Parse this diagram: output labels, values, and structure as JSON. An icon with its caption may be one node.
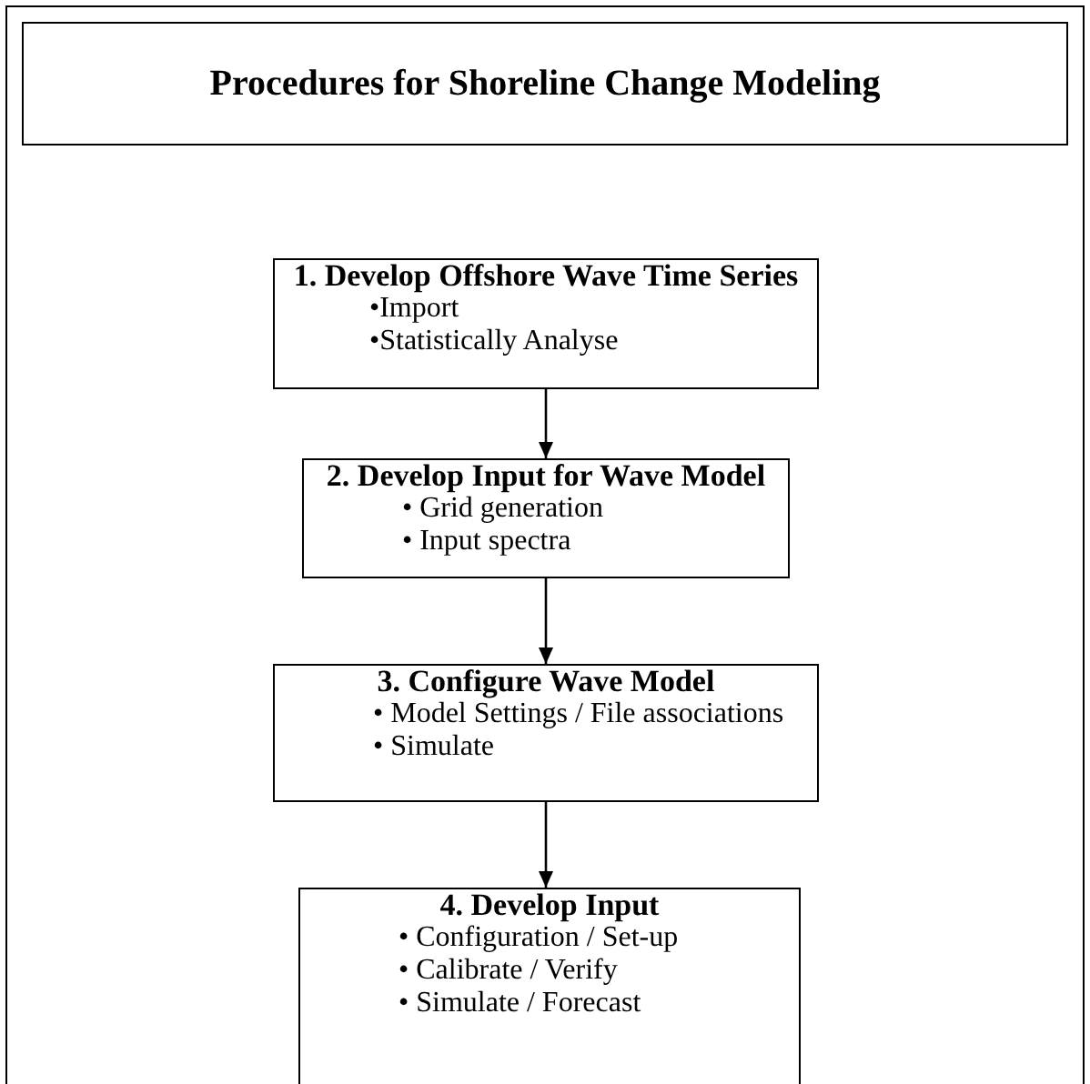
{
  "diagram": {
    "title": "Procedures for Shoreline Change Modeling",
    "nodes": [
      {
        "text": [
          "1. Develop Offshore Wave Time Series",
          "•Import",
          "•Statistically Analyse"
        ]
      },
      {
        "text": [
          "2. Develop Input for Wave Model",
          "• Grid generation",
          "• Input spectra"
        ]
      },
      {
        "text": [
          "3. Configure Wave Model",
          "• Model Settings / File associations",
          "• Simulate"
        ]
      },
      {
        "text": [
          "4. Develop Input",
          "• Configuration / Set-up",
          "• Calibrate / Verify",
          "• Simulate / Forecast"
        ]
      }
    ],
    "edges": [
      {
        "from": 0,
        "to": 1,
        "arrow": "to"
      },
      {
        "from": 1,
        "to": 2,
        "arrow": "to"
      },
      {
        "from": 2,
        "to": 3,
        "arrow": "to"
      }
    ]
  }
}
